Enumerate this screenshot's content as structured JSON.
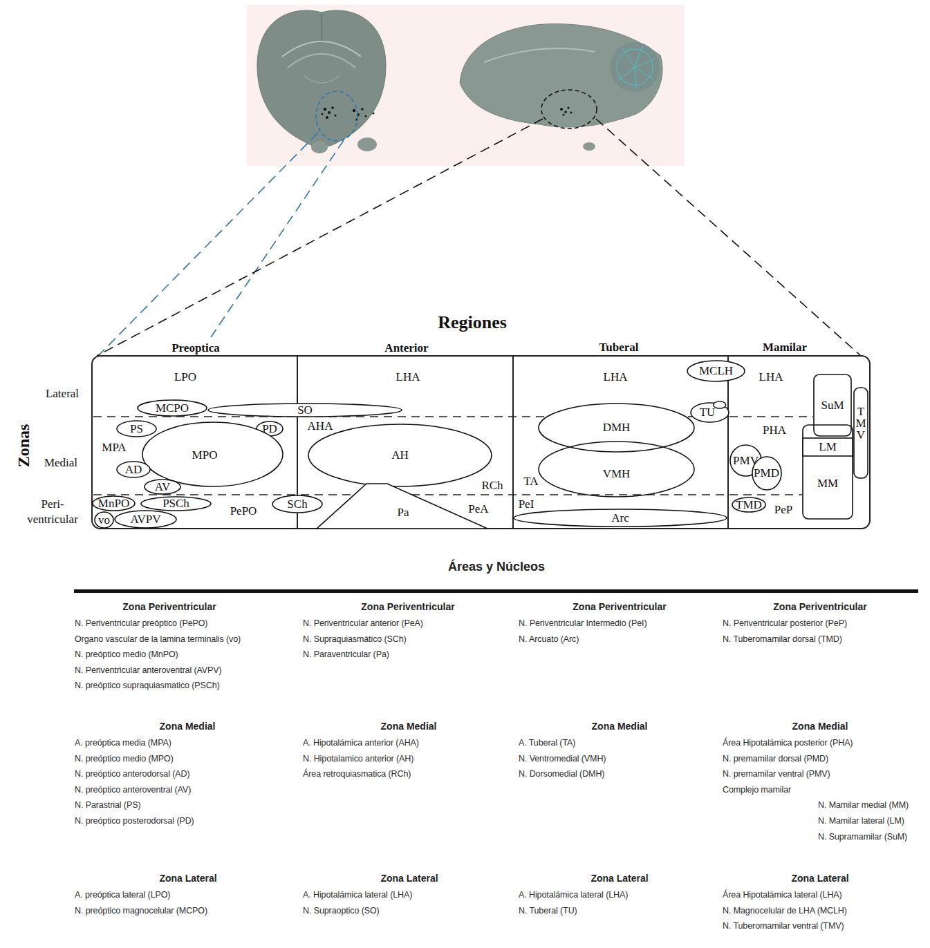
{
  "diagram": {
    "nodes": [
      {
        "text": [
          "MCPO"
        ]
      },
      {
        "text": [
          "SO"
        ]
      },
      {
        "text": [
          "PS"
        ]
      },
      {
        "text": [
          "PD"
        ]
      },
      {
        "text": [
          "MPO"
        ]
      },
      {
        "text": [
          "AD"
        ]
      },
      {
        "text": [
          "AV"
        ]
      },
      {
        "text": [
          "MnPO"
        ]
      },
      {
        "text": [
          "PSCh"
        ]
      },
      {
        "text": [
          "vo"
        ]
      },
      {
        "text": [
          "AVPV"
        ]
      },
      {
        "text": [
          "SCh"
        ]
      },
      {
        "text": [
          "AH"
        ]
      },
      {
        "text": [
          "Pa"
        ]
      },
      {
        "text": [
          "MCLH"
        ]
      },
      {
        "text": [
          "TU"
        ]
      },
      {
        "text": [
          "DMH"
        ]
      },
      {
        "text": [
          "VMH"
        ]
      },
      {
        "text": [
          "Arc"
        ]
      },
      {
        "text": [
          "SuM"
        ]
      },
      {
        "text": [
          "T M V"
        ]
      },
      {
        "text": [
          "MM"
        ]
      },
      {
        "text": [
          "LM"
        ],
        "in": 21
      },
      {
        "text": [
          "PMV"
        ]
      },
      {
        "text": [
          "PMD"
        ]
      },
      {
        "text": [
          "TMD"
        ]
      }
    ],
    "labels": [
      "Regiones",
      "Preoptica",
      "Anterior",
      "Tuberal",
      "Mamilar",
      "Zonas",
      "Lateral",
      "Medial",
      "Peri- ventricular",
      "LPO",
      "MPA",
      "PePO",
      "LHA",
      "AHA",
      "RCh",
      "PeA",
      "LHA",
      "TA",
      "PeI",
      "LHA",
      "PHA",
      "PeP",
      "Áreas y Núcleos",
      "Zona Periventricular",
      "N. Periventricular preóptico (PePO)",
      "Organo vascular de la lamina terminalis (vo)",
      "N. preóptico medio (MnPO)",
      "N. Periventricular anteroventral (AVPV)",
      "N. preóptico supraquiasmatico (PSCh)",
      "Zona Periventricular",
      "N. Periventricular anterior (PeA)",
      "N. Supraquiasmático (SCh)",
      "N. Paraventricular (Pa)",
      "Zona Periventricular",
      "N. Periventricular Intermedio (PeI)",
      "N. Arcuato (Arc)",
      "Zona Periventricular",
      "N. Periventricular posterior (PeP)",
      "N. Tuberomamilar dorsal (TMD)",
      "Zona Medial",
      "A. preóptica media (MPA)",
      "N. preóptico medio (MPO)",
      "N. preóptico anterodorsal (AD)",
      "N. preóptico anteroventral (AV)",
      "N. Parastrial (PS)",
      "N. preóptico posterodorsal (PD)",
      "Zona Medial",
      "A. Hipotalámica anterior (AHA)",
      "N. Hipotalamico anterior (AH)",
      "Área retroquiasmatica (RCh)",
      "Zona Medial",
      "A. Tuberal (TA)",
      "N. Ventromedial (VMH)",
      "N. Dorsomedial (DMH)",
      "Zona Medial",
      "Área Hipotalámica posterior (PHA)",
      "N. premamilar dorsal (PMD)",
      "N. premamilar ventral (PMV)",
      "Complejo mamilar",
      "N. Mamilar medial (MM)",
      "N. Mamilar lateral (LM)",
      "N. Supramamilar (SuM)",
      "Zona Lateral",
      "A. preóptica lateral (LPO)",
      "N. preóptico magnocelular (MCPO)",
      "Zona Lateral",
      "A. Hipotalámica lateral (LHA)",
      "N. Supraoptico (SO)",
      "Zona Lateral",
      "A. Hipotalámica lateral (LHA)",
      "N. Tuberal (TU)",
      "Zona Lateral",
      "Área Hipotalámica lateral (LHA)",
      "N. Magnocelular de LHA (MCLH)",
      "N. Tuberomamilar ventral (TMV)"
    ]
  }
}
